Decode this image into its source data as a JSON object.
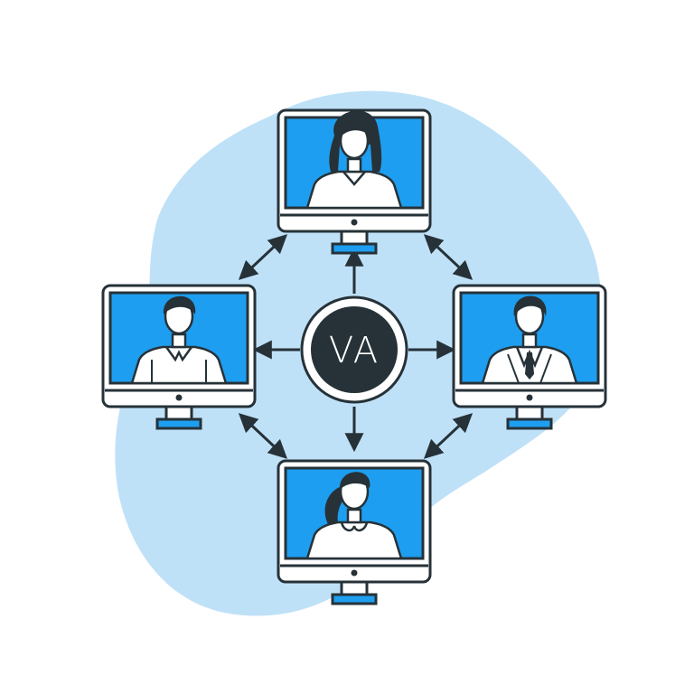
{
  "hub": {
    "label": "VA"
  },
  "colors": {
    "blob": "#bfe1f8",
    "screen": "#1e9ef0",
    "outline": "#263238",
    "bezel": "#ffffff",
    "chin": "#ffffff",
    "hub_fill": "#263238"
  },
  "nodes": [
    {
      "id": "top",
      "figure": "woman-long-hair"
    },
    {
      "id": "left",
      "figure": "man-casual-shirt"
    },
    {
      "id": "right",
      "figure": "man-suit-tie"
    },
    {
      "id": "bottom",
      "figure": "woman-ponytail"
    }
  ],
  "connections": [
    {
      "from": "hub",
      "to": "top",
      "direction": "to-node"
    },
    {
      "from": "hub",
      "to": "left",
      "direction": "to-node"
    },
    {
      "from": "hub",
      "to": "right",
      "direction": "to-node"
    },
    {
      "from": "hub",
      "to": "bottom",
      "direction": "to-node"
    },
    {
      "from": "top",
      "to": "left",
      "direction": "both"
    },
    {
      "from": "top",
      "to": "right",
      "direction": "both"
    },
    {
      "from": "bottom",
      "to": "left",
      "direction": "both"
    },
    {
      "from": "bottom",
      "to": "right",
      "direction": "both"
    }
  ]
}
